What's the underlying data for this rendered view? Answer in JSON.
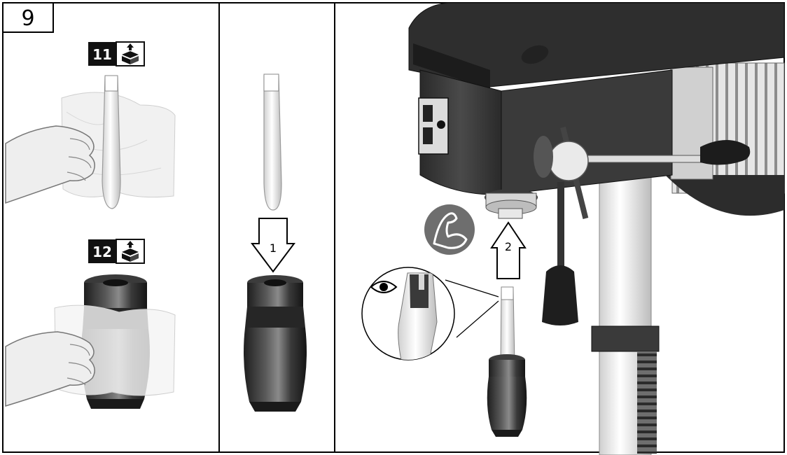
{
  "step": {
    "number": "9"
  },
  "panel_left": {
    "taper_badge": {
      "number": "11",
      "icon": "unpack-box-icon"
    },
    "chuck_badge": {
      "number": "12",
      "icon": "unpack-box-icon"
    }
  },
  "panel_middle": {
    "arrow": {
      "label": "1"
    }
  },
  "panel_right": {
    "arrow": {
      "label": "2"
    },
    "strength_icon": "flexed-arm-icon",
    "inspect_icon": "eye-icon"
  },
  "colors": {
    "badge_bg": "#111111",
    "icon_circle": "#6e6e6e",
    "machine_dark": "#3c3c3c",
    "chuck_dark": "#2e2e2e",
    "frame": "#000000"
  }
}
